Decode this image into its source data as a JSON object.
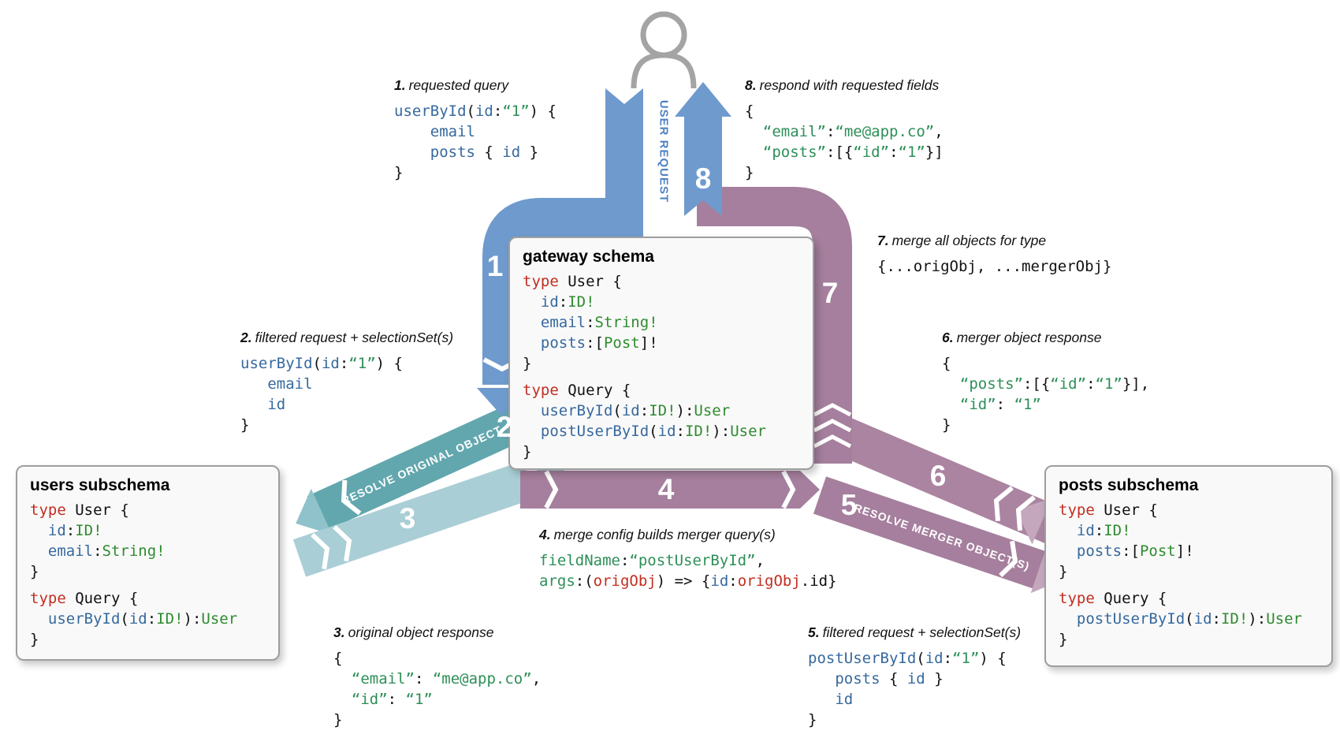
{
  "colors": {
    "arrow_blue": "#6f9ace",
    "arrow_blue_tip": "#6f9ace",
    "lane_text_blue": "#4f83c2",
    "arrow_teal": "#62a7ae",
    "arrow_teal_light": "#a9ced6",
    "arrow_teal_tip": "#8fc2ca",
    "arrow_purple": "#a57f9d",
    "arrow_purple_mid": "#aa84a0",
    "arrow_purple_light": "#c4a7bd",
    "keyword_red": "#c22e21",
    "field_blue": "#36699e",
    "type_green": "#2f8b2f",
    "string_green": "#2d8f58",
    "box_bg": "#f9f9f9",
    "box_border": "#9e9e9e"
  },
  "lanes": {
    "user_request": "USER REQUEST",
    "resolve_original": "RESOLVE ORIGINAL OBJECT",
    "resolve_merger": "RESOLVE MERGER OBJECT(S)"
  },
  "steps": [
    "1",
    "2",
    "3",
    "4",
    "5",
    "6",
    "7",
    "8"
  ],
  "boxes": {
    "gateway": {
      "title": "gateway schema",
      "code": [
        [
          [
            "kw",
            "type"
          ],
          [
            "pl",
            " User {"
          ]
        ],
        [
          [
            "pl",
            "  "
          ],
          [
            "fld",
            "id"
          ],
          [
            "pl",
            ":"
          ],
          [
            "typ",
            "ID!"
          ]
        ],
        [
          [
            "pl",
            "  "
          ],
          [
            "fld",
            "email"
          ],
          [
            "pl",
            ":"
          ],
          [
            "typ",
            "String!"
          ]
        ],
        [
          [
            "pl",
            "  "
          ],
          [
            "fld",
            "posts"
          ],
          [
            "pl",
            ":["
          ],
          [
            "typ",
            "Post"
          ],
          [
            "pl",
            "]!"
          ]
        ],
        [
          [
            "pl",
            "}"
          ]
        ],
        [],
        [
          [
            "kw",
            "type"
          ],
          [
            "pl",
            " Query {"
          ]
        ],
        [
          [
            "pl",
            "  "
          ],
          [
            "fld",
            "userById"
          ],
          [
            "pl",
            "("
          ],
          [
            "fld",
            "id"
          ],
          [
            "pl",
            ":"
          ],
          [
            "typ",
            "ID!"
          ],
          [
            "pl",
            "):"
          ],
          [
            "typ",
            "User"
          ]
        ],
        [
          [
            "pl",
            "  "
          ],
          [
            "fld",
            "postUserById"
          ],
          [
            "pl",
            "("
          ],
          [
            "fld",
            "id"
          ],
          [
            "pl",
            ":"
          ],
          [
            "typ",
            "ID!"
          ],
          [
            "pl",
            "):"
          ],
          [
            "typ",
            "User"
          ]
        ],
        [
          [
            "pl",
            "}"
          ]
        ]
      ]
    },
    "users": {
      "title": "users subschema",
      "code": [
        [
          [
            "kw",
            "type"
          ],
          [
            "pl",
            " User {"
          ]
        ],
        [
          [
            "pl",
            "  "
          ],
          [
            "fld",
            "id"
          ],
          [
            "pl",
            ":"
          ],
          [
            "typ",
            "ID!"
          ]
        ],
        [
          [
            "pl",
            "  "
          ],
          [
            "fld",
            "email"
          ],
          [
            "pl",
            ":"
          ],
          [
            "typ",
            "String!"
          ]
        ],
        [
          [
            "pl",
            "}"
          ]
        ],
        [],
        [
          [
            "kw",
            "type"
          ],
          [
            "pl",
            " Query {"
          ]
        ],
        [
          [
            "pl",
            "  "
          ],
          [
            "fld",
            "userById"
          ],
          [
            "pl",
            "("
          ],
          [
            "fld",
            "id"
          ],
          [
            "pl",
            ":"
          ],
          [
            "typ",
            "ID!"
          ],
          [
            "pl",
            "):"
          ],
          [
            "typ",
            "User"
          ]
        ],
        [
          [
            "pl",
            "}"
          ]
        ]
      ]
    },
    "posts": {
      "title": "posts subschema",
      "code": [
        [
          [
            "kw",
            "type"
          ],
          [
            "pl",
            " User {"
          ]
        ],
        [
          [
            "pl",
            "  "
          ],
          [
            "fld",
            "id"
          ],
          [
            "pl",
            ":"
          ],
          [
            "typ",
            "ID!"
          ]
        ],
        [
          [
            "pl",
            "  "
          ],
          [
            "fld",
            "posts"
          ],
          [
            "pl",
            ":["
          ],
          [
            "typ",
            "Post"
          ],
          [
            "pl",
            "]!"
          ]
        ],
        [
          [
            "pl",
            "}"
          ]
        ],
        [],
        [
          [
            "kw",
            "type"
          ],
          [
            "pl",
            " Query {"
          ]
        ],
        [
          [
            "pl",
            "  "
          ],
          [
            "fld",
            "postUserById"
          ],
          [
            "pl",
            "("
          ],
          [
            "fld",
            "id"
          ],
          [
            "pl",
            ":"
          ],
          [
            "typ",
            "ID!"
          ],
          [
            "pl",
            "):"
          ],
          [
            "typ",
            "User"
          ]
        ],
        [
          [
            "pl",
            "}"
          ]
        ]
      ]
    }
  },
  "annotations": {
    "a1": {
      "num": "1.",
      "title": "requested query",
      "code": [
        [
          [
            "fld",
            "userById"
          ],
          [
            "pl",
            "("
          ],
          [
            "fld",
            "id"
          ],
          [
            "pl",
            ":"
          ],
          [
            "str",
            "“1”"
          ],
          [
            "pl",
            ") {"
          ]
        ],
        [
          [
            "pl",
            "    "
          ],
          [
            "fld",
            "email"
          ]
        ],
        [
          [
            "pl",
            "    "
          ],
          [
            "fld",
            "posts"
          ],
          [
            "pl",
            " { "
          ],
          [
            "fld",
            "id"
          ],
          [
            "pl",
            " }"
          ]
        ],
        [
          [
            "pl",
            "}"
          ]
        ]
      ]
    },
    "a2": {
      "num": "2.",
      "title": "filtered request + selectionSet(s)",
      "code": [
        [
          [
            "fld",
            "userById"
          ],
          [
            "pl",
            "("
          ],
          [
            "fld",
            "id"
          ],
          [
            "pl",
            ":"
          ],
          [
            "str",
            "“1”"
          ],
          [
            "pl",
            ") {"
          ]
        ],
        [
          [
            "pl",
            "   "
          ],
          [
            "fld",
            "email"
          ]
        ],
        [
          [
            "pl",
            "   "
          ],
          [
            "fld",
            "id"
          ]
        ],
        [
          [
            "pl",
            "}"
          ]
        ]
      ]
    },
    "a3": {
      "num": "3.",
      "title": "original object response",
      "code": [
        [
          [
            "pl",
            "{"
          ]
        ],
        [
          [
            "pl",
            "  "
          ],
          [
            "str",
            "“email”"
          ],
          [
            "pl",
            ": "
          ],
          [
            "str",
            "“me@app.co”"
          ],
          [
            "pl",
            ","
          ]
        ],
        [
          [
            "pl",
            "  "
          ],
          [
            "str",
            "“id”"
          ],
          [
            "pl",
            ": "
          ],
          [
            "str",
            "“1”"
          ]
        ],
        [
          [
            "pl",
            "}"
          ]
        ]
      ]
    },
    "a4": {
      "num": "4.",
      "title": "merge config builds merger query(s)",
      "code": [
        [
          [
            "str",
            "fieldName"
          ],
          [
            "pl",
            ":"
          ],
          [
            "str",
            "“postUserById”"
          ],
          [
            "pl",
            ","
          ]
        ],
        [
          [
            "str",
            "args"
          ],
          [
            "pl",
            ":("
          ],
          [
            "kw",
            "origObj"
          ],
          [
            "pl",
            ") => {"
          ],
          [
            "fld",
            "id"
          ],
          [
            "pl",
            ":"
          ],
          [
            "kw",
            "origObj"
          ],
          [
            "pl",
            ".id}"
          ]
        ]
      ]
    },
    "a5": {
      "num": "5.",
      "title": "filtered request + selectionSet(s)",
      "code": [
        [
          [
            "fld",
            "postUserById"
          ],
          [
            "pl",
            "("
          ],
          [
            "fld",
            "id"
          ],
          [
            "pl",
            ":"
          ],
          [
            "str",
            "“1”"
          ],
          [
            "pl",
            ") {"
          ]
        ],
        [
          [
            "pl",
            "   "
          ],
          [
            "fld",
            "posts"
          ],
          [
            "pl",
            " { "
          ],
          [
            "fld",
            "id"
          ],
          [
            "pl",
            " }"
          ]
        ],
        [
          [
            "pl",
            "   "
          ],
          [
            "fld",
            "id"
          ]
        ],
        [
          [
            "pl",
            "}"
          ]
        ]
      ]
    },
    "a6": {
      "num": "6.",
      "title": "merger object response",
      "code": [
        [
          [
            "pl",
            "{"
          ]
        ],
        [
          [
            "pl",
            "  "
          ],
          [
            "str",
            "“posts”"
          ],
          [
            "pl",
            ":[{"
          ],
          [
            "str",
            "“id”"
          ],
          [
            "pl",
            ":"
          ],
          [
            "str",
            "“1”"
          ],
          [
            "pl",
            "}],"
          ]
        ],
        [
          [
            "pl",
            "  "
          ],
          [
            "str",
            "“id”"
          ],
          [
            "pl",
            ": "
          ],
          [
            "str",
            "“1”"
          ]
        ],
        [
          [
            "pl",
            "}"
          ]
        ]
      ]
    },
    "a7": {
      "num": "7.",
      "title": "merge all objects for type",
      "code": [
        [
          [
            "pl",
            "{...origObj, ...mergerObj}"
          ]
        ]
      ]
    },
    "a8": {
      "num": "8.",
      "title": "respond with requested fields",
      "code": [
        [
          [
            "pl",
            "{"
          ]
        ],
        [
          [
            "pl",
            "  "
          ],
          [
            "str",
            "“email”"
          ],
          [
            "pl",
            ":"
          ],
          [
            "str",
            "“me@app.co”"
          ],
          [
            "pl",
            ","
          ]
        ],
        [
          [
            "pl",
            "  "
          ],
          [
            "str",
            "“posts”"
          ],
          [
            "pl",
            ":[{"
          ],
          [
            "str",
            "“id”"
          ],
          [
            "pl",
            ":"
          ],
          [
            "str",
            "“1”"
          ],
          [
            "pl",
            "}]"
          ]
        ],
        [
          [
            "pl",
            "}"
          ]
        ]
      ]
    }
  }
}
